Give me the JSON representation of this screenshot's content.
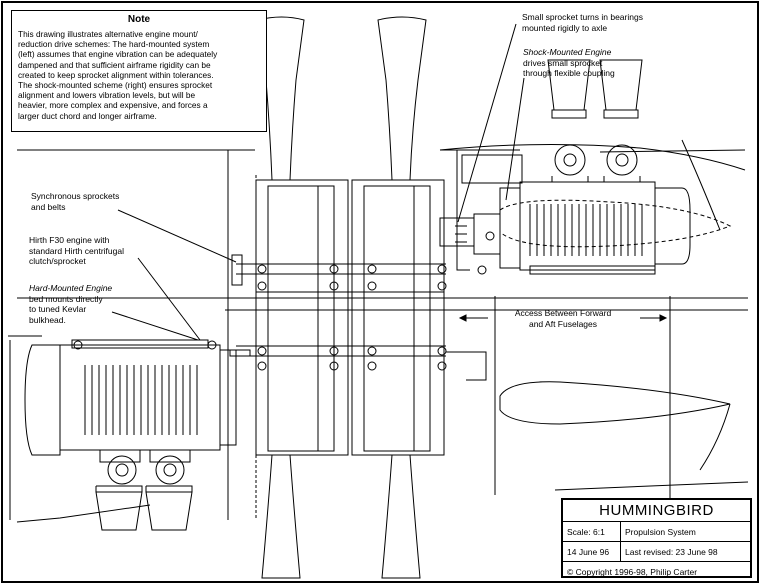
{
  "note": {
    "title": "Note",
    "lines": [
      "This drawing illustrates alternative engine mount/",
      "reduction drive schemes: The hard-mounted system",
      "(left) assumes that engine vibration can be adequately",
      "dampened and that sufficient airframe rigidity can be",
      "created to keep sprocket alignment within tolerances.",
      "The shock-mounted scheme (right) ensures sprocket",
      "alignment and lowers vibration levels, but will be",
      "heavier, more complex and expensive, and forces a",
      "larger duct chord and longer airframe."
    ]
  },
  "labels": {
    "small_sprocket": [
      "Small sprocket turns in bearings",
      "mounted rigidly to axle"
    ],
    "shock_mounted_title": "Shock-Mounted Engine",
    "shock_mounted_body": [
      "drives small sprocket",
      "through flexible coupling"
    ],
    "synchronous": [
      "Synchronous sprockets",
      "and belts"
    ],
    "hirth": [
      "Hirth F30 engine with",
      "standard Hirth centrifugal",
      "clutch/sprocket"
    ],
    "hard_mounted_title": "Hard-Mounted Engine",
    "hard_mounted_body": [
      "bed mounts directly",
      "to tuned Kevlar",
      "bulkhead."
    ],
    "access": [
      "Access Between Forward",
      "and Aft Fuselages"
    ]
  },
  "title_block": {
    "project": "HUMMINGBIRD",
    "scale": "Scale: 6:1",
    "subject": "Propulsion System",
    "date": "14 June 96",
    "revised": "Last revised: 23 June 98",
    "copyright": "© Copyright 1996-98, Philip Carter"
  }
}
